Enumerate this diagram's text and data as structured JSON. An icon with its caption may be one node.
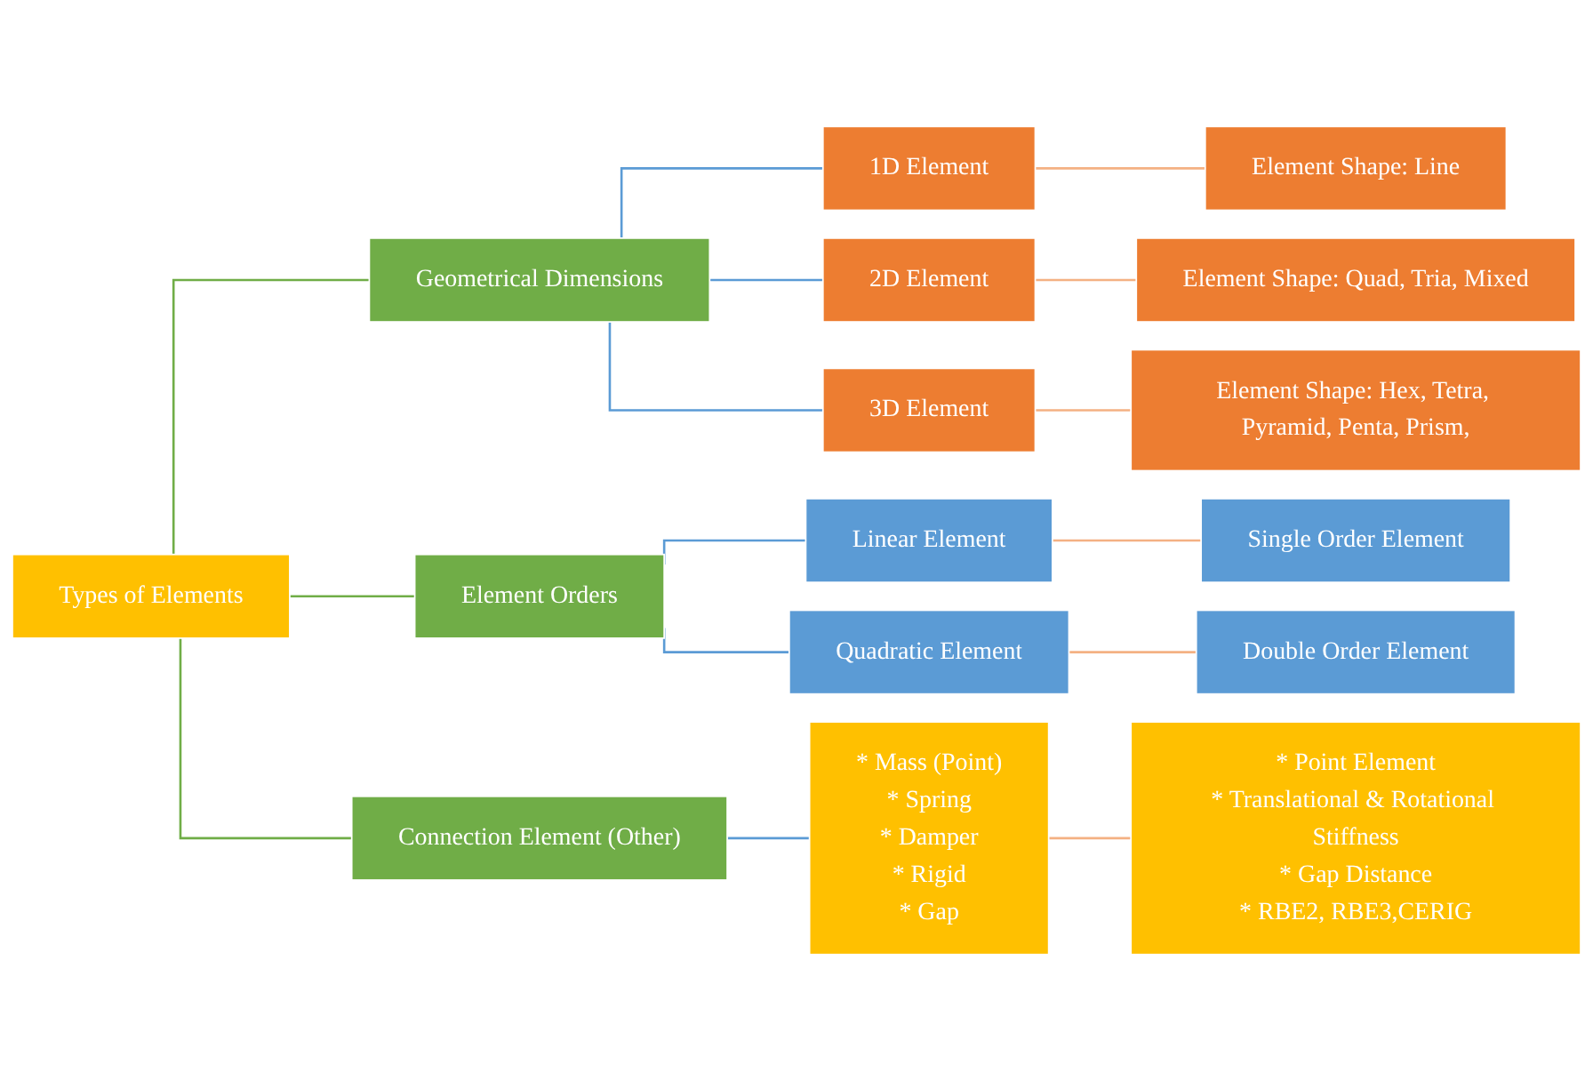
{
  "diagram": {
    "nodes": [
      {
        "text": [
          "Types of Elements"
        ]
      },
      {
        "text": [
          "Geometrical Dimensions"
        ]
      },
      {
        "text": [
          "1D Element"
        ]
      },
      {
        "text": [
          "Element Shape: Line"
        ]
      },
      {
        "text": [
          "2D Element"
        ]
      },
      {
        "text": [
          "Element Shape: Quad, Tria, Mixed"
        ]
      },
      {
        "text": [
          "3D Element"
        ]
      },
      {
        "text": [
          "Element Shape: Hex, Tetra, Pyramid, Penta, Prism,"
        ]
      },
      {
        "text": [
          "Element Orders"
        ]
      },
      {
        "text": [
          "Linear Element"
        ]
      },
      {
        "text": [
          "Single Order Element"
        ]
      },
      {
        "text": [
          "Quadratic Element"
        ]
      },
      {
        "text": [
          "Double Order Element"
        ]
      },
      {
        "text": [
          "Connection Element (Other)"
        ]
      },
      {
        "text": [
          "* Mass (Point)",
          "* Spring",
          "* Damper",
          "* Rigid",
          "* Gap"
        ]
      },
      {
        "text": [
          "* Point Element",
          "* Translational & Rotational Stiffness",
          "* Gap Distance",
          "* RBE2, RBE3,CERIG"
        ]
      }
    ],
    "edges": [
      {
        "from": 0,
        "to": 1,
        "arrow": "none",
        "color": "#70ad47"
      },
      {
        "from": 1,
        "to": 2,
        "arrow": "none",
        "color": "#5b9bd5"
      },
      {
        "from": 2,
        "to": 3,
        "arrow": "none",
        "color": "#f4b183"
      },
      {
        "from": 1,
        "to": 4,
        "arrow": "none",
        "color": "#5b9bd5"
      },
      {
        "from": 4,
        "to": 5,
        "arrow": "none",
        "color": "#f4b183"
      },
      {
        "from": 1,
        "to": 6,
        "arrow": "none",
        "color": "#5b9bd5"
      },
      {
        "from": 6,
        "to": 7,
        "arrow": "none",
        "color": "#f4b183"
      },
      {
        "from": 0,
        "to": 8,
        "arrow": "none",
        "color": "#70ad47"
      },
      {
        "from": 8,
        "to": 9,
        "arrow": "none",
        "color": "#5b9bd5"
      },
      {
        "from": 9,
        "to": 10,
        "arrow": "none",
        "color": "#f4b183"
      },
      {
        "from": 8,
        "to": 11,
        "arrow": "none",
        "color": "#5b9bd5"
      },
      {
        "from": 11,
        "to": 12,
        "arrow": "none",
        "color": "#f4b183"
      },
      {
        "from": 0,
        "to": 13,
        "arrow": "none",
        "color": "#70ad47"
      },
      {
        "from": 13,
        "to": 14,
        "arrow": "none",
        "color": "#5b9bd5"
      },
      {
        "from": 14,
        "to": 15,
        "arrow": "none",
        "color": "#f4b183"
      }
    ]
  }
}
